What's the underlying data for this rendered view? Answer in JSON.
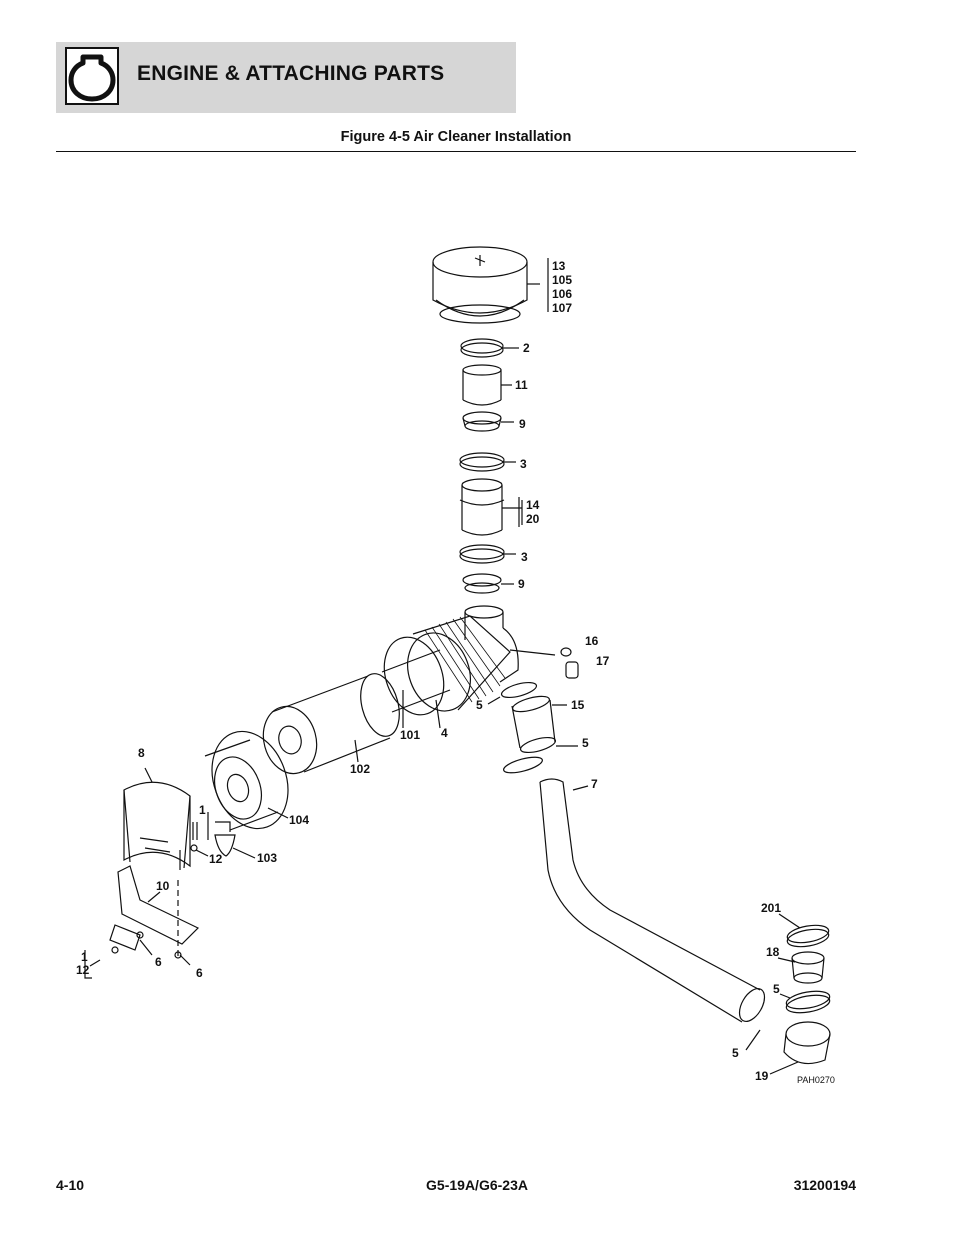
{
  "header": {
    "section_title": "ENGINE & ATTACHING PARTS",
    "icon": "engine-icon"
  },
  "figure": {
    "title": "Figure 4-5 Air Cleaner Installation",
    "drawing_code": "PAH0270",
    "callouts": {
      "c13": "13",
      "c105": "105",
      "c106": "106",
      "c107": "107",
      "c2": "2",
      "c11": "11",
      "c9a": "9",
      "c3a": "3",
      "c14": "14",
      "c20": "20",
      "c3b": "3",
      "c9b": "9",
      "c16": "16",
      "c17": "17",
      "c5a": "5",
      "c15": "15",
      "c5b": "5",
      "c7": "7",
      "c101": "101",
      "c4": "4",
      "c102": "102",
      "c8": "8",
      "c1a": "1",
      "c104": "104",
      "c12a": "12",
      "c103": "103",
      "c10": "10",
      "c1b": "1",
      "c12b": "12",
      "c6a": "6",
      "c6b": "6",
      "c201": "201",
      "c18": "18",
      "c5c": "5",
      "c5d": "5",
      "c19": "19"
    }
  },
  "footer": {
    "page_number": "4-10",
    "model": "G5-19A/G6-23A",
    "doc_number": "31200194"
  }
}
